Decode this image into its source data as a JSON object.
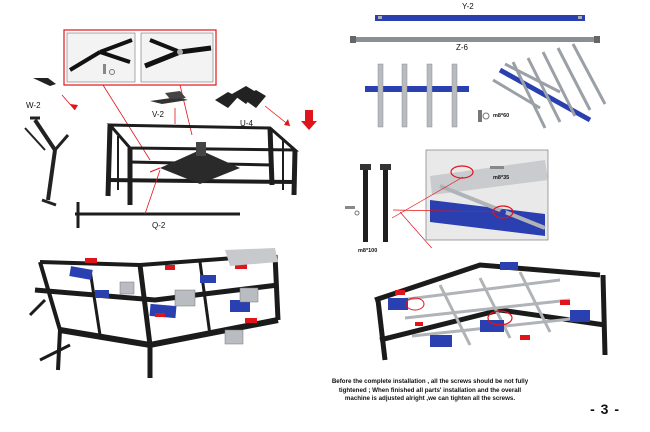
{
  "labels": {
    "w2": "W-2",
    "v2": "V-2",
    "u4": "U-4",
    "q2": "Q-2",
    "y2": "Y-2",
    "z6": "Z-6",
    "m8x60": "m8*60",
    "m8x35": "m8*35",
    "m8x100": "m8*100"
  },
  "note": {
    "line1": "Before the complete installation , all the screws should be not fully",
    "line2": "tightened ; When finished all parts' installation and the overall",
    "line3": "machine is adjusted alright ,we can tighten all the screws."
  },
  "page_number": "- 3 -",
  "colors": {
    "frame": "#1d1d1d",
    "accent_red": "#e0141b",
    "blue_part": "#2a3fb0",
    "steel": "#8a8f96"
  },
  "icons": [
    "down-arrow-icon"
  ]
}
